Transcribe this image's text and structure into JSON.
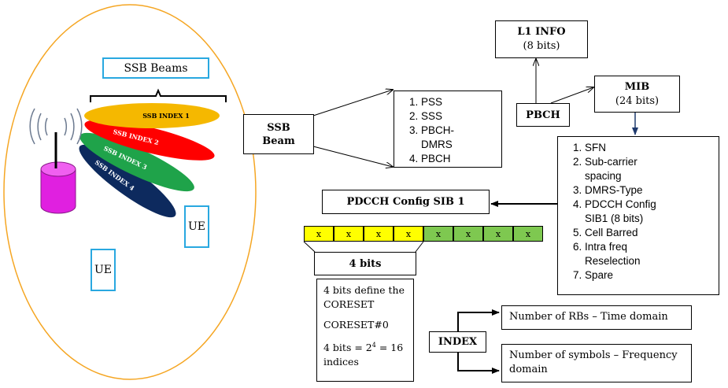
{
  "colors": {
    "cell_boundary": "#f5a623",
    "beam_1": "#f5b800",
    "beam_2": "#ff0000",
    "beam_3": "#1fa34a",
    "beam_4": "#0d2a5e",
    "antenna_body": "#e020e0",
    "ue_border": "#29a8e0",
    "bits_first": "#ffff00",
    "bits_second": "#7ec850",
    "arrow_dark": "#1f3a6e"
  },
  "cell": {
    "ssb_beams_label": "SSB Beams",
    "beams": [
      "SSB INDEX 1",
      "SSB INDEX 2",
      "SSB INDEX 3",
      "SSB INDEX 4"
    ],
    "ue_labels": [
      "UE",
      "UE"
    ]
  },
  "ssb_beam_box": {
    "line1": "SSB",
    "line2": "Beam"
  },
  "ssb_contents": [
    "PSS",
    "SSS",
    "PBCH-DMRS",
    "PBCH"
  ],
  "pbch": {
    "label": "PBCH"
  },
  "l1_info": {
    "title": "L1 INFO",
    "bits": "(8 bits)"
  },
  "mib": {
    "title": "MIB",
    "bits": "(24 bits)",
    "fields": [
      "SFN",
      "Sub-carrier spacing",
      "DMRS-Type",
      "PDCCH Config SIB1 (8 bits)",
      "Cell Barred",
      "Intra freq Reselection",
      "Spare"
    ]
  },
  "pdcch_config": {
    "label": "PDCCH Config SIB 1"
  },
  "bit_cells": [
    "x",
    "x",
    "x",
    "x",
    "x",
    "x",
    "x",
    "x"
  ],
  "four_bits": {
    "label": "4 bits"
  },
  "coreset_note": {
    "line1": "4 bits define the CORESET",
    "line2": "CORESET#0",
    "line3_prefix": "4 bits = 2",
    "line3_sup": "4",
    "line3_suffix": " = 16 indices"
  },
  "index": {
    "label": "INDEX",
    "out_1": "Number of RBs – Time domain",
    "out_2": "Number of symbols – Frequency domain"
  }
}
